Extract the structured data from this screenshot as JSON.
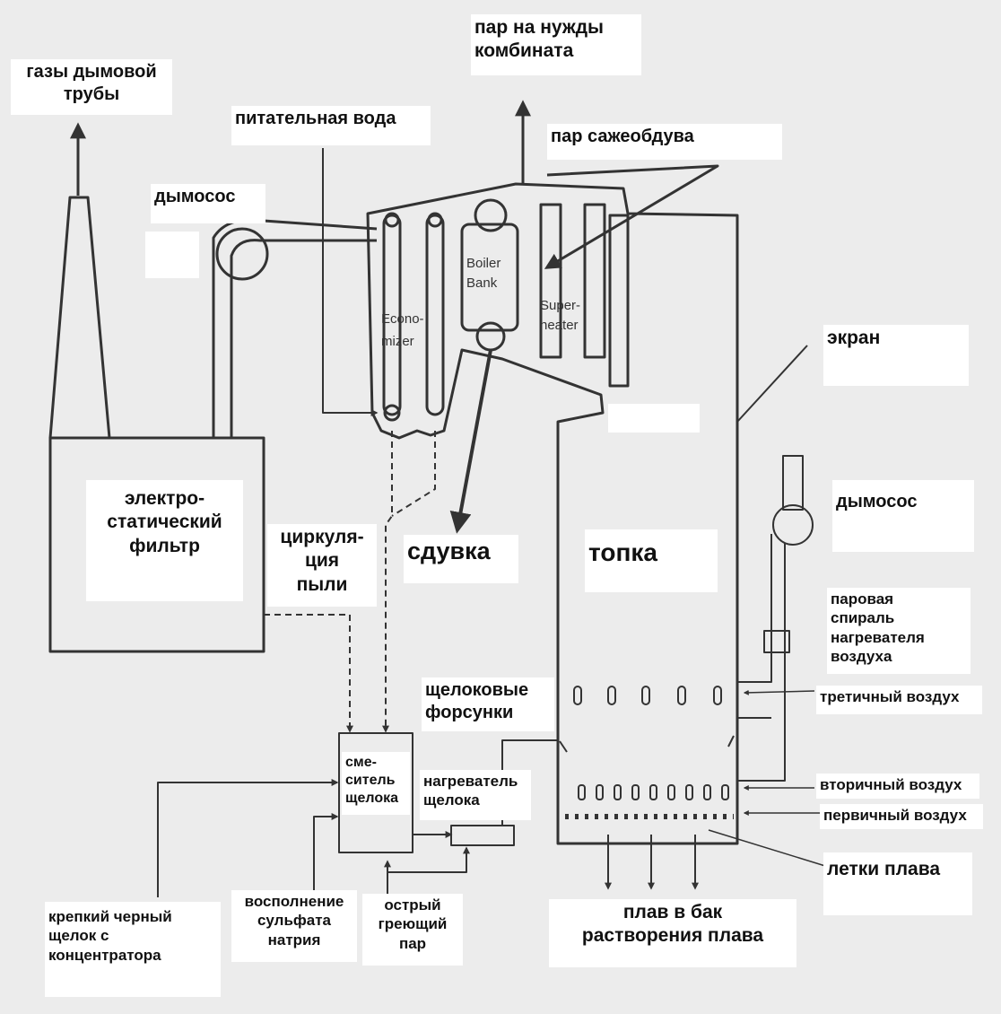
{
  "labels": {
    "flue_gases": "газы дымовой\nтрубы",
    "steam_mill": "пар на нужды\nкомбината",
    "feed_water": "питательная вода",
    "sootblow_steam": "пар сажеобдува",
    "fan_top": "дымосос",
    "screen": "экран",
    "esp": "электро-\nстатический\nфильтр",
    "dust_circ": "циркуля-\nция\nпыли",
    "blowdown": "сдувка",
    "furnace": "топка",
    "fan_right": "дымосос",
    "steam_coil": "паровая\nспираль\nнагревателя\nвоздуха",
    "liquor_guns": "щелоковые\nфорсунки",
    "tertiary_air": "третичный воздух",
    "mixer": "сме-\nситель\nщелока",
    "liquor_heater": "нагреватель\nщелока",
    "secondary_air": "вторичный воздух",
    "primary_air": "первичный воздух",
    "smelt_spouts": "летки плава",
    "strong_liquor": "крепкий черный\nщелок с\nконцентратора",
    "makeup": "восполнение\nсульфата\nнатрия",
    "hp_steam": "острый\nгреющий\nпар",
    "smelt_tank": "плав в бак\nрастворения плава"
  },
  "components": {
    "boiler_bank": [
      "Boiler",
      "Bank"
    ],
    "superheater": [
      "Super-",
      "heater"
    ],
    "economizer": [
      "Econo-",
      "mizer"
    ]
  }
}
